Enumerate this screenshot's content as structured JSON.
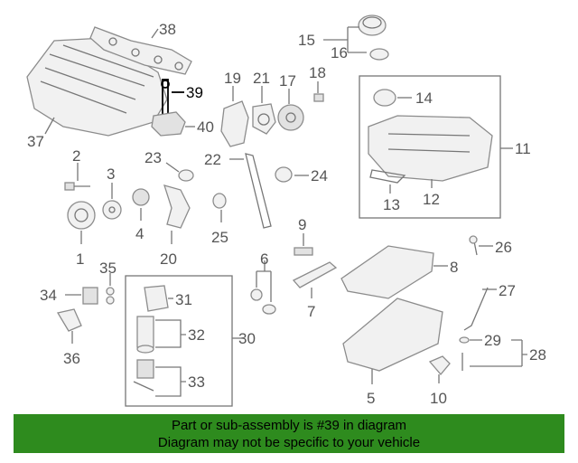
{
  "diagram": {
    "highlight_color": "#000000",
    "callouts": {
      "c1": "1",
      "c2": "2",
      "c3": "3",
      "c4": "4",
      "c5": "5",
      "c6": "6",
      "c7": "7",
      "c8": "8",
      "c9": "9",
      "c10": "10",
      "c11": "11",
      "c12": "12",
      "c13": "13",
      "c14": "14",
      "c15": "15",
      "c16": "16",
      "c17": "17",
      "c18": "18",
      "c19": "19",
      "c20": "20",
      "c21": "21",
      "c22": "22",
      "c23": "23",
      "c24": "24",
      "c25": "25",
      "c26": "26",
      "c27": "27",
      "c28": "28",
      "c29": "29",
      "c30": "30",
      "c31": "31",
      "c32": "32",
      "c33": "33",
      "c34": "34",
      "c35": "35",
      "c36": "36",
      "c37": "37",
      "c38": "38",
      "c39": "39",
      "c40": "40"
    }
  },
  "banner": {
    "background": "#2e8b1e",
    "line1": "Part or sub-assembly is #39 in diagram",
    "line2": "Diagram may not be specific to your vehicle"
  }
}
